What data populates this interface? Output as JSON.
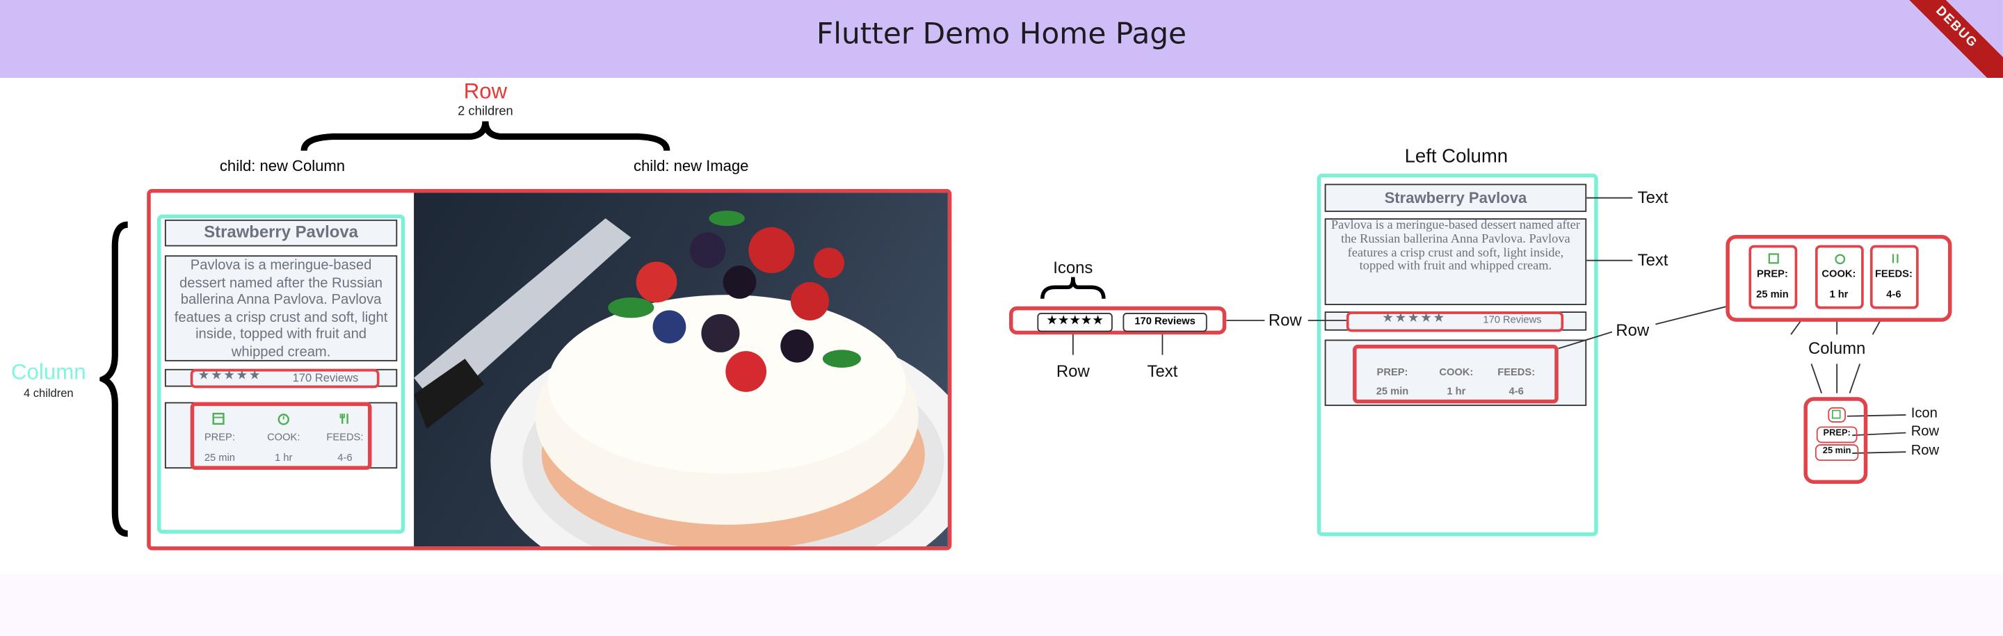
{
  "app": {
    "title": "Flutter Demo Home Page",
    "debug_banner": "DEBUG"
  },
  "left_diagram": {
    "row_label": "Row",
    "row_children": "2 children",
    "child_column": "child: new Column",
    "child_image": "child: new Image",
    "column_label": "Column",
    "column_children": "4 children",
    "card": {
      "title": "Strawberry Pavlova",
      "description": "Pavlova is a meringue-based dessert named after the Russian ballerina Anna Pavlova. Pavlova featues a crisp crust and soft, light inside, topped with fruit and whipped cream.",
      "stars": "★★★★★",
      "reviews": "170 Reviews",
      "info": [
        {
          "icon": "kitchen-icon",
          "label": "PREP:",
          "value": "25 min"
        },
        {
          "icon": "timer-icon",
          "label": "COOK:",
          "value": "1 hr"
        },
        {
          "icon": "restaurant-icon",
          "label": "FEEDS:",
          "value": "4-6"
        }
      ]
    }
  },
  "right_diagram": {
    "left_column_label": "Left Column",
    "card": {
      "title": "Strawberry Pavlova",
      "description": "Pavlova is a meringue-based dessert named after the Russian ballerina Anna Pavlova. Pavlova features a crisp crust and soft, light inside, topped with fruit and whipped cream.",
      "stars": "★★★★★",
      "reviews": "170 Reviews",
      "info": [
        {
          "label": "PREP:",
          "value": "25 min"
        },
        {
          "label": "COOK:",
          "value": "1 hr"
        },
        {
          "label": "FEEDS:",
          "value": "4-6"
        }
      ]
    },
    "annotations": {
      "text_1": "Text",
      "text_2": "Text",
      "row_1": "Row",
      "row_2": "Row",
      "icons": "Icons",
      "row_under": "Row",
      "text_under": "Text",
      "column": "Column",
      "icon": "Icon",
      "row_a": "Row",
      "row_b": "Row"
    },
    "zoom_rating": {
      "stars": "★★★★★",
      "reviews": "170 Reviews"
    },
    "zoom_info": [
      {
        "label": "PREP:",
        "value": "25 min"
      },
      {
        "label": "COOK:",
        "value": "1 hr"
      },
      {
        "label": "FEEDS:",
        "value": "4-6"
      }
    ],
    "zoom_single": {
      "label": "PREP:",
      "value": "25 min"
    }
  },
  "colors": {
    "appbar": "#cfbdf7",
    "red_outline": "#e0444a",
    "cyan_outline": "#7bf0d6",
    "icon_green": "#4caf50"
  }
}
